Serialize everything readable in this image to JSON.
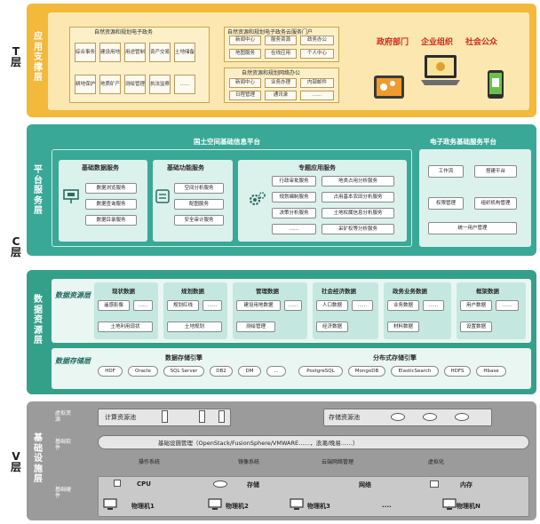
{
  "layer_letters": {
    "t": "T\n层",
    "c": "C\n层",
    "v": "V\n层"
  },
  "app_support": {
    "label": "应用支撑层",
    "egov_title": "自然资源和规划电子政务",
    "egov_items": [
      "综合事务",
      "建设用地",
      "用途管制",
      "资产交易",
      "土地储备",
      "耕地保护",
      "地质矿产",
      "测绘管理",
      "执法监察",
      "......"
    ],
    "cloud_title": "自然资源和规划电子政务云服务门户",
    "cloud_items": [
      "新闻中心",
      "服务资源",
      "政务办公",
      "地图服务",
      "在线应用",
      "个人中心"
    ],
    "office_title": "自然资源和规划网络办公",
    "office_items": [
      "新闻中心",
      "业务办理",
      "内部邮件",
      "日程管理",
      "通讯录",
      "......"
    ],
    "audience": [
      "政府部门",
      "企业组织",
      "社会公众"
    ]
  },
  "platform": {
    "label": "平台服务层",
    "info_title": "国土空间基础信息平台",
    "base_data_title": "基础数据服务",
    "base_data_items": [
      "数据浏览服务",
      "数据查询服务",
      "数据目录服务"
    ],
    "func_title": "基础功能服务",
    "func_items": [
      "空间分析服务",
      "配图服务",
      "安全审计服务"
    ],
    "topic_title": "专题应用服务",
    "topic_items": [
      "行政审批服务",
      "地类占用分析服务",
      "规划编制服务",
      "占用基本农田分析服务",
      "决策分析服务",
      "土地权属信息分析服务",
      "......",
      "采矿权等分析服务"
    ],
    "egov_title": "电子政务基础服务平台",
    "egov_items": [
      "工作流",
      "搭建平台",
      "权限管理",
      "组织机构管理",
      "统一用户管理"
    ]
  },
  "data_resource": {
    "label": "数据资源层",
    "db_label": "数据资源层",
    "status_title": "现状数据",
    "status_items": [
      "遥感影像",
      "......",
      "土地利用现状"
    ],
    "plan_title": "规划数据",
    "plan_items": [
      "规划红线",
      "......",
      "土地规划"
    ],
    "mgmt_title": "管理数据",
    "mgmt_items": [
      "建设用地数据",
      "......",
      "测绘管理"
    ],
    "econ_title": "社会经济数据",
    "econ_items": [
      "人口数据",
      "......",
      "经济数据"
    ],
    "biz_title": "政务业务数据",
    "biz_items": [
      "业务数据",
      "......",
      "材料数据"
    ],
    "frame_title": "框架数据",
    "frame_items": [
      "用户数据",
      "......",
      "设置数据"
    ],
    "storage_label": "数据存储层",
    "engine_title": "数据存储引擎",
    "engine_items": [
      "HDF",
      "Oracle",
      "SQL Server",
      "DB2",
      "DM",
      "..."
    ],
    "dist_title": "分布式存储引擎",
    "dist_items": [
      "PostgreSQL",
      "MongoDB",
      "ElasticSearch",
      "HDFS",
      "Hbase"
    ]
  },
  "infra": {
    "label": "基础设施层",
    "virtual_label": "虚拟资源",
    "compute_pool": "计算资源池",
    "storage_pool": "存储资源池",
    "software_label": "基础软件",
    "mgmt_bar": "基础设施管理（OpenStack/FusionSphere/VMWARE……，浪潮/晚易……）",
    "software_items": [
      "操作系统",
      "镜像系统",
      "云端网络管理",
      "虚拟化"
    ],
    "hardware_label": "基础硬件",
    "hw_items": [
      "CPU",
      "存储",
      "网络",
      "内存"
    ],
    "machines": [
      "物理机1",
      "物理机2",
      "物理机3",
      "....",
      "物理机N"
    ]
  },
  "colors": {
    "app_band": "#f3b93b",
    "platform_band": "#3aa897",
    "data_band": "#35a08a",
    "infra_band": "#9b9b9b"
  }
}
